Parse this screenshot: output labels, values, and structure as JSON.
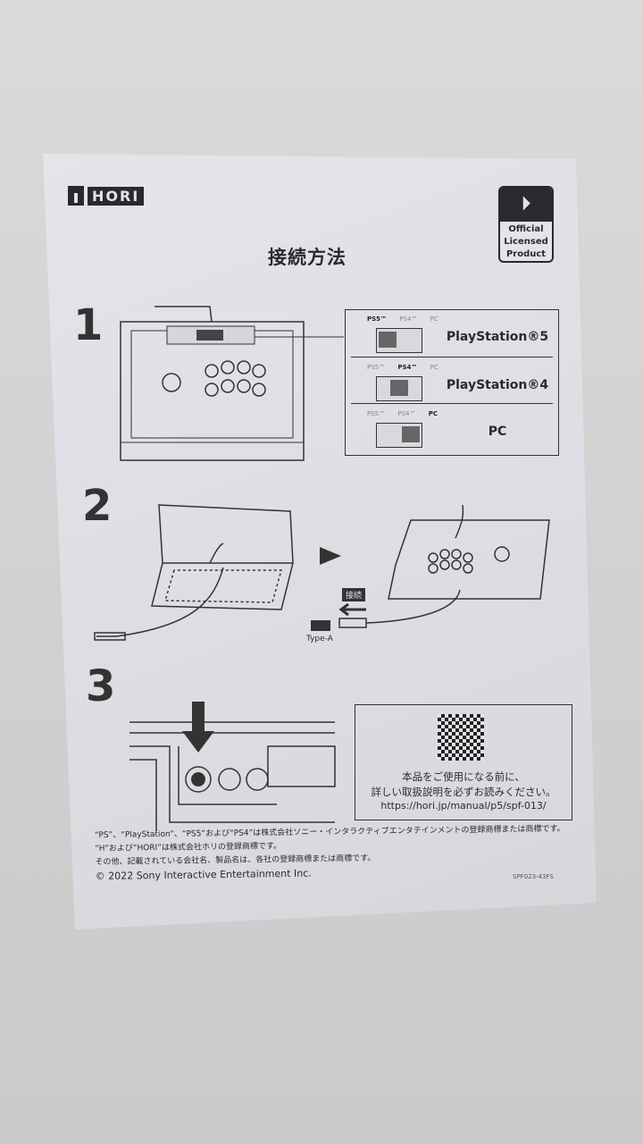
{
  "brand": {
    "logo_text": "HORI"
  },
  "badge": {
    "lines": [
      "Official",
      "Licensed",
      "Product"
    ]
  },
  "title": "接続方法",
  "step1": {
    "number": "1",
    "modes": [
      {
        "tags": [
          "PS5™",
          "PS4™",
          "PC"
        ],
        "active": 0,
        "label": "PlayStation®5"
      },
      {
        "tags": [
          "PS5™",
          "PS4™",
          "PC"
        ],
        "active": 1,
        "label": "PlayStation®4"
      },
      {
        "tags": [
          "PS5™",
          "PS4™",
          "PC"
        ],
        "active": 2,
        "label": "PC"
      }
    ]
  },
  "step2": {
    "number": "2",
    "connect_label": "接続",
    "port_label": "Type-A"
  },
  "step3": {
    "number": "3",
    "qr_line1": "本品をご使用になる前に、",
    "qr_line2": "詳しい取扱説明を必ずお読みください。",
    "url": "https://hori.jp/manual/p5/spf-013/"
  },
  "legal": [
    "“PS”、“PlayStation”、“PS5”および“PS4”は株式会社ソニー・インタラクティブエンタテインメントの登録商標または商標です。",
    "“H”および“HORI”は株式会社ホリの登録商標です。",
    "その他、記載されている会社名、製品名は、各社の登録商標または商標です。",
    "© 2022 Sony Interactive Entertainment Inc."
  ],
  "doc_code": "SPF023-43FS"
}
